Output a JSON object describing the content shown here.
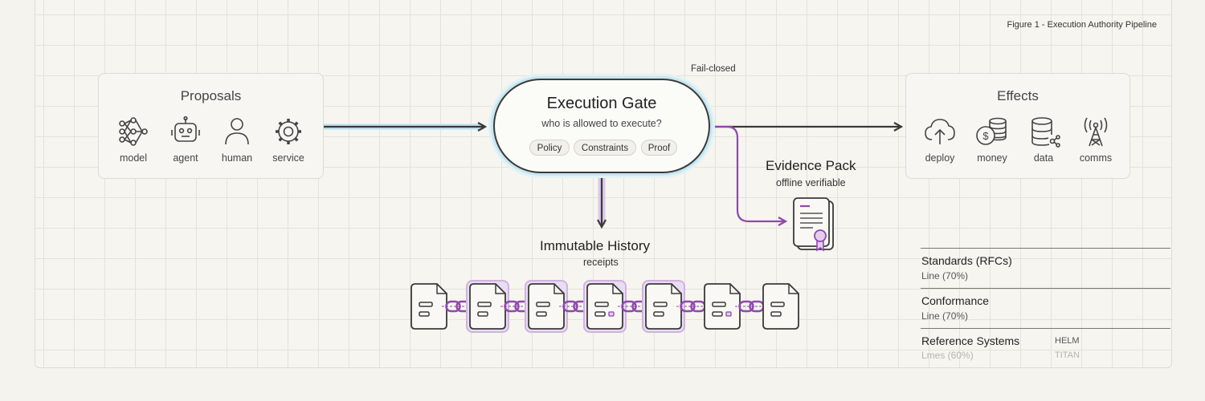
{
  "figure_caption": "Figure 1 - Execution Authority Pipeline",
  "proposals": {
    "title": "Proposals",
    "items": [
      {
        "label": "model",
        "icon": "neural-network-icon"
      },
      {
        "label": "agent",
        "icon": "robot-icon"
      },
      {
        "label": "human",
        "icon": "person-icon"
      },
      {
        "label": "service",
        "icon": "gear-icon"
      }
    ]
  },
  "gate": {
    "note": "Fail-closed",
    "title": "Execution Gate",
    "subtitle": "who is allowed to execute?",
    "pills": [
      "Policy",
      "Constraints",
      "Proof"
    ]
  },
  "effects": {
    "title": "Effects",
    "items": [
      {
        "label": "deploy",
        "icon": "cloud-upload-icon"
      },
      {
        "label": "money",
        "icon": "coins-icon"
      },
      {
        "label": "data",
        "icon": "database-icon"
      },
      {
        "label": "comms",
        "icon": "radio-tower-icon"
      }
    ]
  },
  "evidence": {
    "title": "Evidence Pack",
    "subtitle": "offline verifiable"
  },
  "history": {
    "title": "Immutable History",
    "subtitle": "receipts",
    "receipt_count": 7
  },
  "standards": [
    {
      "title": "Standards (RFCs)",
      "subtitle": "Line (70%)"
    },
    {
      "title": "Conformance",
      "subtitle": "Line (70%)"
    },
    {
      "title": "Reference Systems",
      "subtitle": "Lmes (60%)",
      "tags": [
        "HELM",
        "TITAN"
      ]
    }
  ],
  "colors": {
    "accent_purple": "#8e4aaa",
    "glow_blue": "#c8e6ef",
    "ink": "#3a3a3a"
  }
}
